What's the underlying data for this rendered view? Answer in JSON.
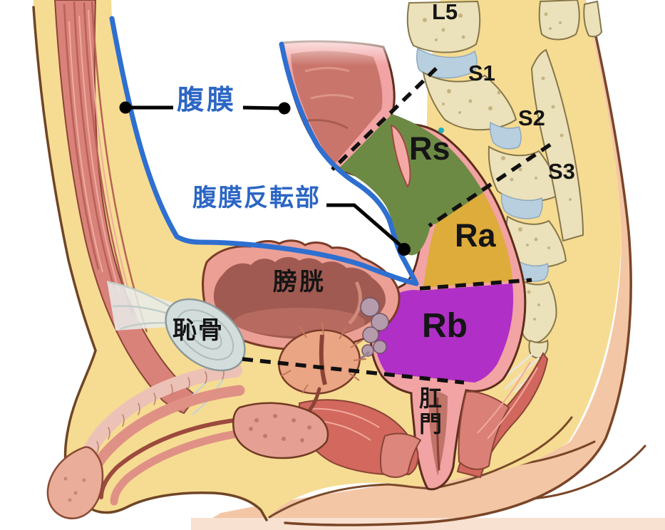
{
  "colors": {
    "label-blue": "#2c66c4",
    "peritoneum-line": "#2e6fd0",
    "seg-rs": "#6d8a45",
    "seg-ra": "#ddac3a",
    "seg-rb": "#b02fc6",
    "dashed-line": "#101010",
    "label-black": "#151515"
  },
  "labels": {
    "l5": "L5",
    "s1": "S1",
    "s2": "S2",
    "s3": "S3",
    "rs": "Rs",
    "ra": "Ra",
    "rb": "Rb",
    "peritoneum": "腹膜",
    "peritoneal_reflection": "腹膜反転部",
    "bladder": "膀胱",
    "pubic_bone": "恥骨",
    "anus": "肛門"
  }
}
